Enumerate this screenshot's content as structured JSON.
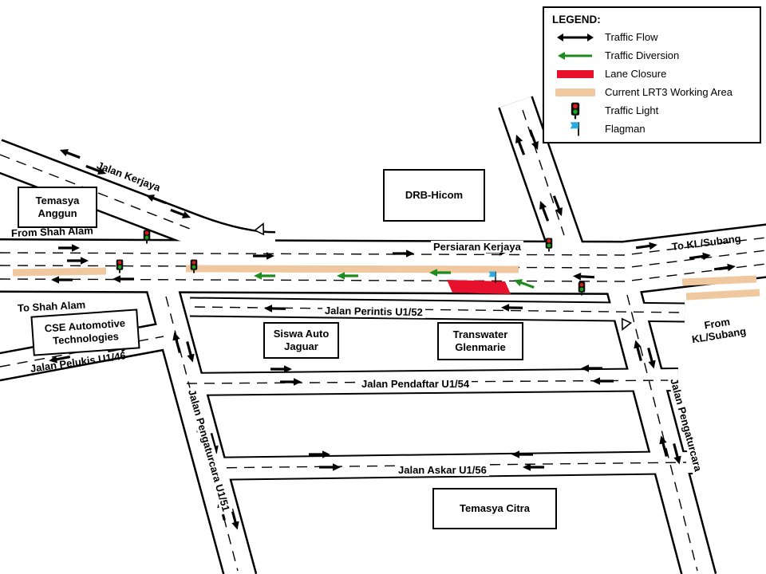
{
  "legend": {
    "title": "LEGEND:",
    "items": [
      {
        "id": "traffic-flow",
        "label": "Traffic Flow"
      },
      {
        "id": "traffic-diversion",
        "label": "Traffic Diversion"
      },
      {
        "id": "lane-closure",
        "label": "Lane Closure"
      },
      {
        "id": "working-area",
        "label": "Current LRT3 Working Area"
      },
      {
        "id": "traffic-light",
        "label": "Traffic Light"
      },
      {
        "id": "flagman",
        "label": "Flagman"
      }
    ]
  },
  "places": [
    {
      "name": "Temasya Anggun"
    },
    {
      "name": "DRB-Hicom"
    },
    {
      "name": "CSE Automotive Technologies"
    },
    {
      "name": "Siswa Auto Jaguar"
    },
    {
      "name": "Transwater Glenmarie"
    },
    {
      "name": "Temasya Citra"
    }
  ],
  "road_labels": {
    "jalan_kerjaya": "Jalan Kerjaya",
    "from_shah_alam": "From Shah Alam",
    "to_shah_alam": "To Shah Alam",
    "persiaran_kerjaya": "Persiaran Kerjaya",
    "to_kl_subang": "To KL/Subang",
    "from_kl_subang": "From\nKL/Subang",
    "jalan_perintis": "Jalan Perintis U1/52",
    "jalan_pelukis": "Jalan Pelukis U1/46",
    "jalan_pendaftar": "Jalan Pendaftar U1/54",
    "jalan_askar": "Jalan Askar U1/56",
    "jalan_pengaturcara_u151": "Jalan Pengaturcara U1/51",
    "jalan_pengaturcara": "Jalan Pengaturcara"
  },
  "colors": {
    "working_area": "#f0c8a0",
    "lane_closure": "#e8112d",
    "diversion": "#1f8a1f",
    "flow": "#000000",
    "flagman": "#29abe2",
    "light_red": "#e01b1b",
    "light_green": "#18a818"
  }
}
